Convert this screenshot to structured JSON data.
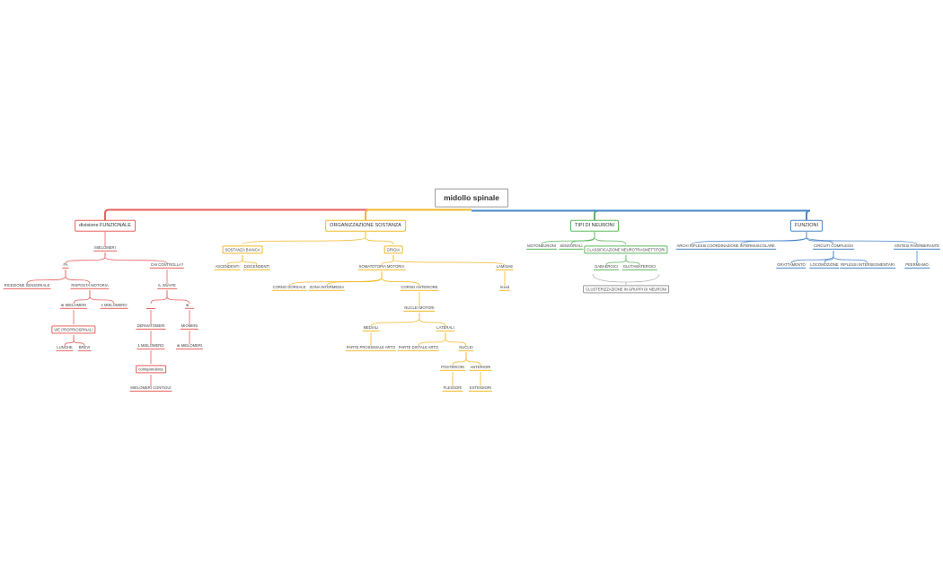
{
  "root": "midollo spinale",
  "colors": {
    "red": "#e8605c",
    "orange": "#f2b926",
    "green": "#5cb85c",
    "blue": "#4a86c8",
    "grey": "#999999"
  },
  "branches": {
    "funzionale": {
      "title": "divisione FUNZIONALE",
      "mielomeri": "MIELOMERI",
      "fa": "FA",
      "ricezione": "RICEZIONE SENSORIALE",
      "risposta": "RISPOSTA MOTORIA",
      "mielomeri_plus": "MIELOMERI",
      "un_mielomero": "1 MIELOMERO",
      "vie_prop": "VIE PROPRIOSPINALI",
      "lunghe": "LUNGHE",
      "brevi": "BREVI",
      "chi_controlla": "CHI CONTROLLA?",
      "il_sn": "IL SN/AFE",
      "plus_top": "",
      "dermatomeri": "DERMATOMERI",
      "uno_mielomero": "1 MIELOMERO",
      "corrispondente": "corrispondente",
      "mielomeri_contigui": "MIELOMERI CONTIGUI",
      "miomeri": "MIOMERI",
      "piu_mielomeri": "MIELOMERI"
    },
    "organizzazione": {
      "title": "ORGANIZZAZIONE SOSTANZA",
      "bianca": "SOSTANZA BIANCA",
      "ascendenti": "ASCENDENTI",
      "discendenti": "DISCENDENTI",
      "grigia": "GRIGIA",
      "somatotopia": "SOMATOTOPIA MOTORIA",
      "corno_dorsale": "CORNO DORSALE",
      "zona_intermedia": "ZONA INTERMEDIA",
      "corno_anteriore": "CORNO ANTERIORE",
      "nuclei_motori": "NUCLEI MOTORI",
      "mediali": "MEDIALI",
      "parte_prossimale": "PARTE PROSSIMALE ARTO",
      "laterali": "LATERALI",
      "parte_distale": "PARTE DISTALE ARTO",
      "nuclei": "NUCLEI",
      "posteriori": "POSTERIORI",
      "flessori": "FLESSORI",
      "anteriori": "ANTERIORI",
      "estensori": "ESTENSORI",
      "lamine": "LAMINAE",
      "rexed": "rexed"
    },
    "tipi": {
      "title": "TIPI DI NEURONI",
      "motoneuroni": "MOTONEURONI",
      "sensoriali": "SENSORIALI",
      "classificazione": "CLASSIFICAZIONE NEUROTRASMETTITORI",
      "gabaergici": "GABAERGICI",
      "glutamatergici": "GLUTAMATERGICI",
      "clusterizzazione": "CLUSTERIZZAZIONE IN GRUPPI DI NEURONI"
    },
    "funzioni": {
      "title": "FUNZIONI",
      "archi": "ARCHI RIFLESSI",
      "coordinazione": "COORDINAZIONE INTERMUSCOLARE",
      "circuiti": "CIRCUITI COMPLESSI",
      "grattamento": "GRATTAMENTO",
      "locomozione": "LOCOMOZIONE",
      "riflessi": "RIFLESSI INTERSEGMENTARI",
      "sintesi": "SINTESI RIVERBERANTE",
      "peeermiamo": "PEERMIAMO"
    }
  }
}
